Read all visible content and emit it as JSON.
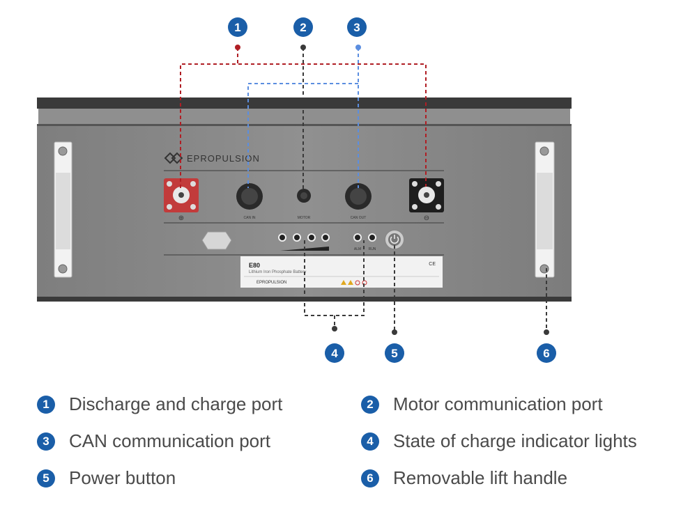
{
  "colors": {
    "badge": "#1a5ea8",
    "power_line": "#b01e24",
    "can_line": "#5b8ee0",
    "neutral_line": "#3a3a3a",
    "body": "#8a8a8a",
    "positive_terminal": "#c23b3b"
  },
  "callouts": [
    {
      "number": "1",
      "label": "Discharge and charge port"
    },
    {
      "number": "2",
      "label": "Motor communication port"
    },
    {
      "number": "3",
      "label": "CAN communication port"
    },
    {
      "number": "4",
      "label": "State of charge indicator lights"
    },
    {
      "number": "5",
      "label": "Power button"
    },
    {
      "number": "6",
      "label": "Removable lift handle"
    }
  ],
  "battery": {
    "brand": "EPROPULSION",
    "model": "E80",
    "chemistry": "Lithium Iron Phosphate Battery",
    "ports": {
      "positive": "⊕",
      "can_in": "CAN IN",
      "motor": "MOTOR",
      "can_out": "CAN OUT",
      "negative": "⊖"
    },
    "leds": {
      "alarm": "ALM",
      "run": "RUN"
    },
    "cert": "CE"
  }
}
